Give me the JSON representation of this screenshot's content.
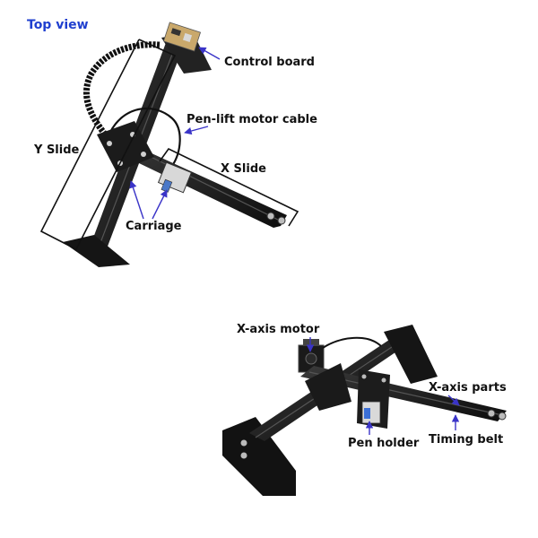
{
  "title": "Top view",
  "labels": {
    "control_board": "Control board",
    "pen_lift_motor_cable": "Pen-lift motor cable",
    "y_slide": "Y Slide",
    "x_slide": "X Slide",
    "carriage": "Carriage",
    "x_axis_motor": "X-axis motor",
    "x_axis_parts": "X-axis parts",
    "pen_holder": "Pen holder",
    "timing_belt": "Timing belt"
  },
  "colors": {
    "title": "#1f3fcf",
    "arrow": "#3a34c8",
    "frame": "#1a1a1a",
    "frame_highlight": "#444444",
    "bracket": "#111111",
    "label": "#111111"
  }
}
